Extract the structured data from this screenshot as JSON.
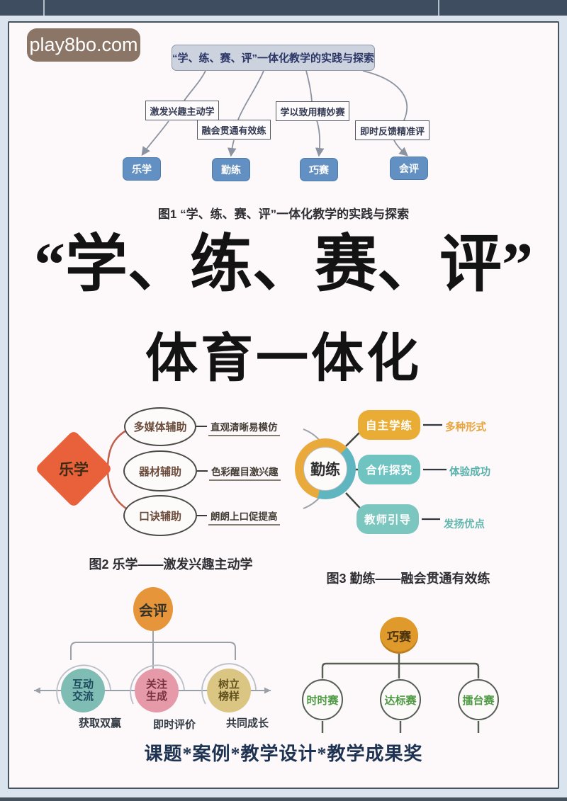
{
  "watermark": {
    "text": "play8bo.com"
  },
  "figure1": {
    "root": "“学、练、赛、评”一体化教学的实践与探索",
    "branches": [
      "激发兴趣主动学",
      "融会贯通有效练",
      "学以致用精妙赛",
      "即时反馈精准评"
    ],
    "nodes": [
      "乐学",
      "勤练",
      "巧赛",
      "会评"
    ],
    "caption": "图1 “学、练、赛、评”一体化教学的实践与探索"
  },
  "main_title": {
    "line1": "“学、练、赛、评”",
    "line2": "体育一体化"
  },
  "figure2": {
    "center": "乐学",
    "items": [
      {
        "node": "多媒体辅助",
        "note": "直观清晰易模仿"
      },
      {
        "node": "器材辅助",
        "note": "色彩醒目激兴趣"
      },
      {
        "node": "口诀辅助",
        "note": "朗朗上口促提高"
      }
    ],
    "caption": "图2 乐学——激发兴趣主动学"
  },
  "figure3": {
    "center": "勤练",
    "items": [
      {
        "node": "自主学练",
        "note": "多种形式"
      },
      {
        "node": "合作探究",
        "note": "体验成功"
      },
      {
        "node": "教师引导",
        "note": "发扬优点"
      }
    ],
    "caption": "图3 勤练——融会贯通有效练"
  },
  "figure4": {
    "center": "会评",
    "items": [
      {
        "node": "互动交流",
        "note": "获取双赢"
      },
      {
        "node": "关注生成",
        "note": "即时评价"
      },
      {
        "node": "树立榜样",
        "note": "共同成长"
      }
    ]
  },
  "figure5": {
    "center": "巧赛",
    "items": [
      {
        "node": "时时赛"
      },
      {
        "node": "达标赛"
      },
      {
        "node": "擂台赛"
      }
    ]
  },
  "footer": {
    "text": "课题*案例*教学设计*教学成果奖"
  },
  "colors": {
    "accent_orange": "#e8613b",
    "accent_gold": "#e9ac35",
    "accent_teal": "#6fc3c0",
    "accent_blue": "#6290c2",
    "accent_pink": "#e69aa9",
    "accent_tan": "#dbc583",
    "accent_green": "#4f9b44",
    "chrome_dark": "#3e4d5f",
    "page_bg": "#fdf8fa"
  }
}
